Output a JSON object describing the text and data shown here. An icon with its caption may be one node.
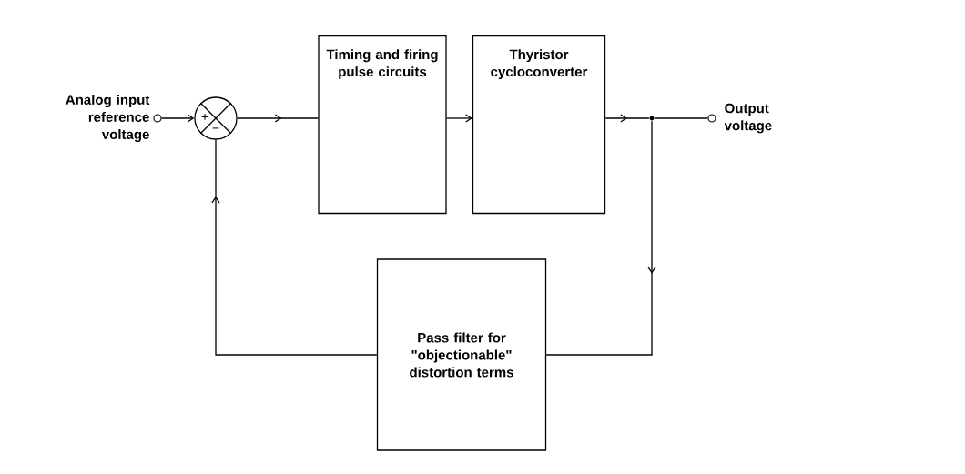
{
  "diagram": {
    "nodes": [
      {
        "text": [],
        "shape": "circle",
        "beside": [
          "Analog input reference voltage"
        ]
      },
      {
        "text": [
          "+",
          "−"
        ]
      },
      {
        "text": [
          "Timing and firing pulse circuits"
        ]
      },
      {
        "text": [
          "Thyristor cycloconverter"
        ]
      },
      {
        "text": [],
        "shape": "dot"
      },
      {
        "text": [],
        "shape": "circle",
        "beside": [
          "Output voltage"
        ]
      },
      {
        "text": [
          "Pass filter for \"objectionable\" distortion terms"
        ]
      }
    ],
    "edges": [
      {
        "from": 0,
        "to": 1,
        "arrow": "to"
      },
      {
        "from": 1,
        "to": 2,
        "arrow": "to"
      },
      {
        "from": 2,
        "to": 3,
        "arrow": "to"
      },
      {
        "from": 3,
        "to": 4,
        "arrow": "to"
      },
      {
        "from": 4,
        "to": 5,
        "arrow": "none"
      },
      {
        "from": 4,
        "to": 6,
        "arrow": "to"
      },
      {
        "from": 6,
        "to": 1,
        "arrow": "to"
      }
    ]
  }
}
